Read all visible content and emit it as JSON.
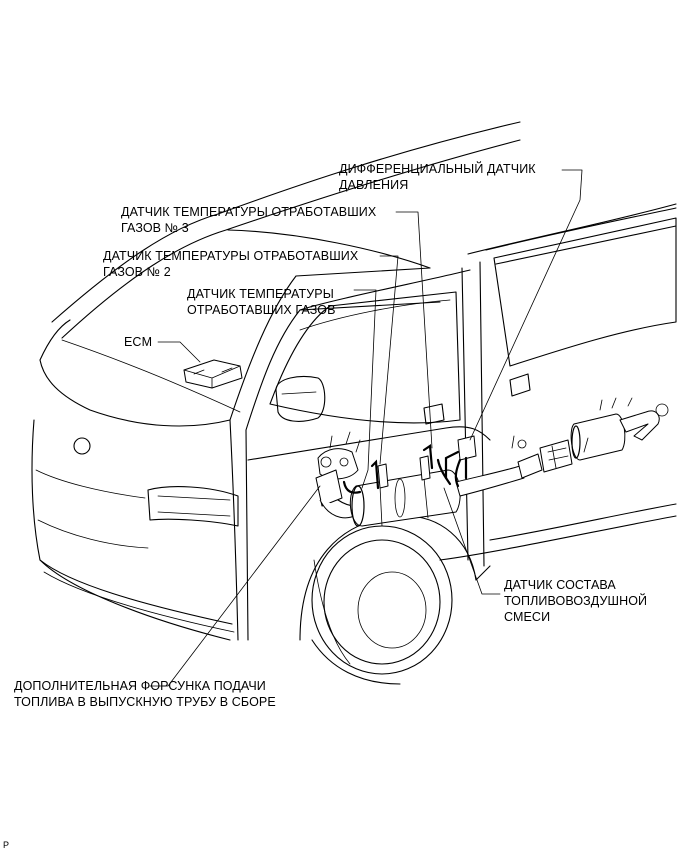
{
  "labels": {
    "diff_pressure_sensor": "ДИФФЕРЕНЦИАЛЬНЫЙ ДАТЧИК\nДАВЛЕНИЯ",
    "exhaust_temp_sensor_3": "ДАТЧИК ТЕМПЕРАТУРЫ ОТРАБОТАВШИХ\nГАЗОВ № 3",
    "exhaust_temp_sensor_2": "ДАТЧИК ТЕМПЕРАТУРЫ ОТРАБОТАВШИХ\nГАЗОВ № 2",
    "exhaust_temp_sensor": "ДАТЧИК ТЕМПЕРАТУРЫ\nОТРАБОТАВШИХ ГАЗОВ",
    "ecm": "ECM",
    "air_fuel_ratio_sensor": "ДАТЧИК СОСТАВА\nТОПЛИВОВОЗДУШНОЙ\nСМЕСИ",
    "exhaust_fuel_injector": "ДОПОЛНИТЕЛЬНАЯ ФОРСУНКА ПОДАЧИ\nТОПЛИВА В ВЫПУСКНУЮ ТРУБУ В СБОРЕ"
  },
  "figure_id": "P"
}
